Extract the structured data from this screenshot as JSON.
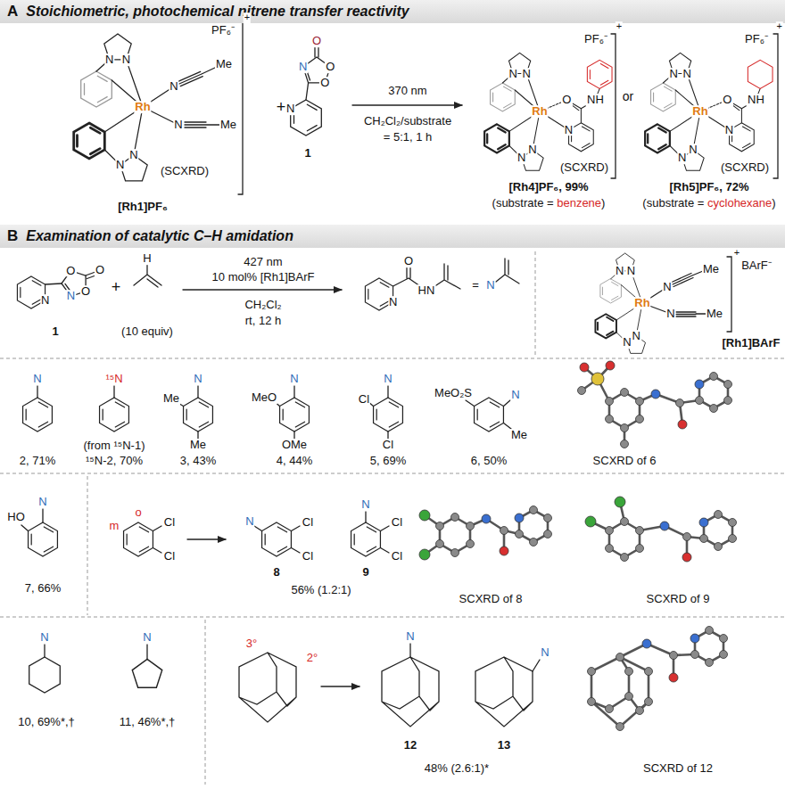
{
  "diagram": {
    "nodes": [
      {
        "text": [
          "A",
          "Stoichiometric, photochemical nitrene transfer reactivity"
        ]
      },
      {
        "text": [
          "B",
          "Examination of catalytic C–H amidation"
        ]
      }
    ],
    "labels": [
      "+",
      "PF₆⁻",
      "N",
      "N",
      "N",
      "Me",
      "Rh",
      "N",
      "Me",
      "N",
      "N",
      "(SCXRD)",
      "[Rh1]PF₆",
      "+",
      "O",
      "N",
      "O",
      "O",
      "N",
      "1",
      "370 nm",
      "CH₂Cl₂/substrate",
      "= 5:1, 1 h",
      "+",
      "PF₆⁻",
      "N",
      "N",
      "Rh",
      "O",
      "NH",
      "N",
      "N",
      "N",
      "(SCXRD)",
      "[Rh4]PF₆, 99%",
      "(substrate =",
      "benzene",
      ")",
      "or",
      "+",
      "PF₆⁻",
      "N",
      "N",
      "Rh",
      "O",
      "NH",
      "N",
      "N",
      "N",
      "(SCXRD)",
      "[Rh5]PF₆, 72%",
      "(substrate =",
      "cyclohexane",
      ")",
      "N",
      "O",
      "O",
      "N",
      "O",
      "1",
      "+",
      "H",
      "(10 equiv)",
      "427 nm",
      "10 mol% [Rh1]BArF",
      "CH₂Cl₂",
      "rt, 12 h",
      "N",
      "O",
      "HN",
      "=",
      "N",
      "+",
      "BArF⁻",
      "N",
      "N",
      "N",
      "Me",
      "Rh",
      "N",
      "Me",
      "N",
      "N",
      "[Rh1]BArF",
      "N",
      "2, 71%",
      "¹⁵N",
      "(from ¹⁵N-1)",
      "¹⁵N-2, 70%",
      "Me",
      "N",
      "Me",
      "3, 43%",
      "MeO",
      "N",
      "OMe",
      "4, 44%",
      "Cl",
      "N",
      "Cl",
      "5, 69%",
      "MeO₂S",
      "N",
      "Me",
      "6, 50%",
      "SCXRD of 6",
      "HO",
      "N",
      "7, 66%",
      "o",
      "m",
      "Cl",
      "Cl",
      "N",
      "Cl",
      "Cl",
      "8",
      "N",
      "Cl",
      "Cl",
      "9",
      "56% (1.2:1)",
      "SCXRD of 8",
      "SCXRD of 9",
      "N",
      "10, 69%*,†",
      "N",
      "11, 46%*,†",
      "3°",
      "2°",
      "N",
      "12",
      "N",
      "13",
      "48% (2.6:1)*",
      "SCXRD of 12"
    ]
  }
}
